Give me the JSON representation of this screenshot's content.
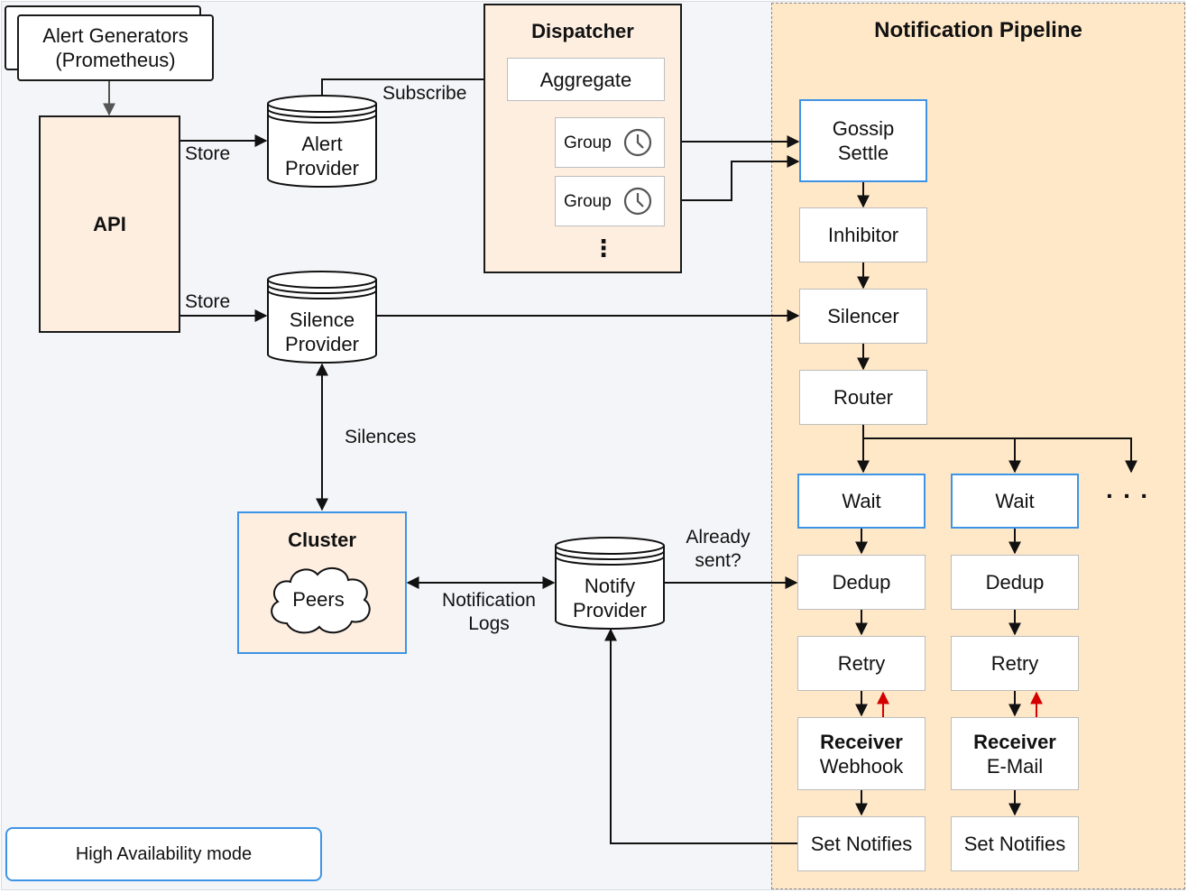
{
  "alert_generators": {
    "line1": "Alert Generators",
    "line2": "(Prometheus)"
  },
  "api": {
    "label": "API"
  },
  "edges": {
    "store_alert": "Store",
    "store_silence": "Store",
    "subscribe": "Subscribe",
    "silences": "Silences",
    "notification_logs_1": "Notification",
    "notification_logs_2": "Logs",
    "already_sent_1": "Already",
    "already_sent_2": "sent?"
  },
  "alert_provider": {
    "line1": "Alert",
    "line2": "Provider"
  },
  "silence_provider": {
    "line1": "Silence",
    "line2": "Provider"
  },
  "notify_provider": {
    "line1": "Notify",
    "line2": "Provider"
  },
  "dispatcher": {
    "title": "Dispatcher",
    "aggregate": "Aggregate",
    "groups": [
      "Group",
      "Group"
    ],
    "more": "⋮"
  },
  "cluster": {
    "title": "Cluster",
    "peers": "Peers"
  },
  "pipeline": {
    "title": "Notification Pipeline",
    "gossip_settle": {
      "line1": "Gossip",
      "line2": "Settle"
    },
    "inhibitor": "Inhibitor",
    "silencer": "Silencer",
    "router": "Router",
    "more": "· · ·",
    "branches": [
      {
        "wait": "Wait",
        "dedup": "Dedup",
        "retry": "Retry",
        "receiver_title": "Receiver",
        "receiver_type": "Webhook",
        "set_notifies": "Set Notifies"
      },
      {
        "wait": "Wait",
        "dedup": "Dedup",
        "retry": "Retry",
        "receiver_title": "Receiver",
        "receiver_type": "E-Mail",
        "set_notifies": "Set Notifies"
      }
    ]
  },
  "legend": {
    "label": "High Availability mode"
  },
  "colors": {
    "ha_border": "#3d94e6",
    "pipeline_bg": "#ffe8c8",
    "component_fill": "#fdeee0",
    "retry_arrow": "#d40000"
  }
}
